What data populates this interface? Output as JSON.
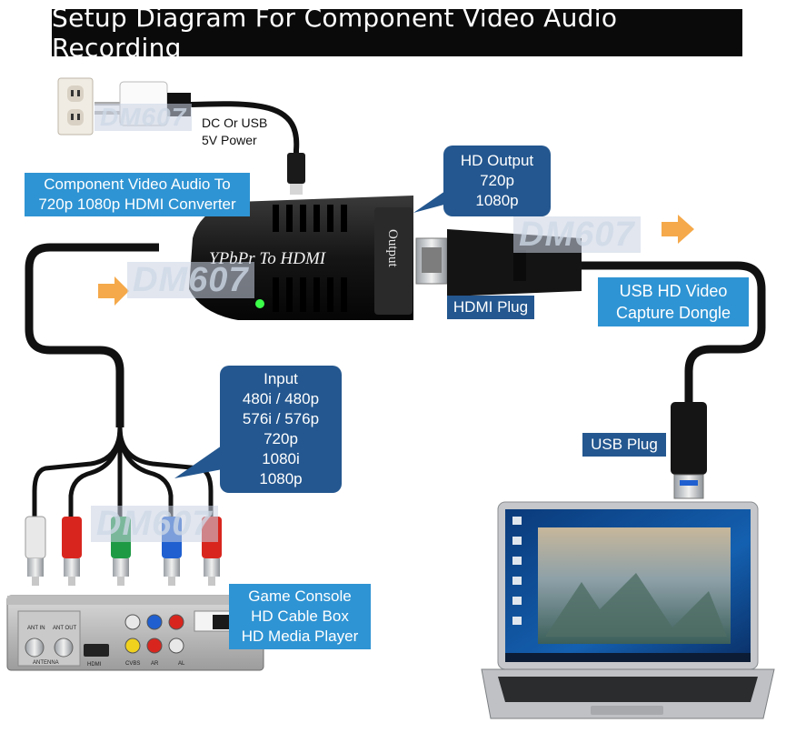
{
  "title": "Setup Diagram For Component Video Audio Recording",
  "watermark": "DM607",
  "power_label": [
    "DC Or USB",
    "5V Power"
  ],
  "converter_label": [
    "Component Video Audio To",
    "720p 1080p HDMI Converter"
  ],
  "hd_output_label": [
    "HD Output",
    "720p",
    "1080p"
  ],
  "device_text": "YPbPr To HDMI",
  "device_port_text": "Output",
  "hdmi_plug_label": "HDMI Plug",
  "usb_dongle_label": [
    "USB HD Video",
    "Capture Dongle"
  ],
  "input_label": [
    "Input",
    "480i / 480p",
    "576i / 576p",
    "720p",
    "1080i",
    "1080p"
  ],
  "usb_plug_label": "USB Plug",
  "source_label": [
    "Game Console",
    "HD Cable Box",
    "HD Media Player"
  ],
  "stb_port_labels": [
    "ANT IN",
    "ANT OUT",
    "ANTENNA",
    "HDMI",
    "CVBS",
    "AR",
    "AL"
  ],
  "colors": {
    "label_light": "#2f94d3",
    "label_dark": "#24578f",
    "arrow": "#f5a94a",
    "rca_white": "#e8e8e8",
    "rca_red": "#d8261e",
    "rca_green": "#1e9a45",
    "rca_blue": "#1f5fd0",
    "led": "#3cff4a"
  }
}
